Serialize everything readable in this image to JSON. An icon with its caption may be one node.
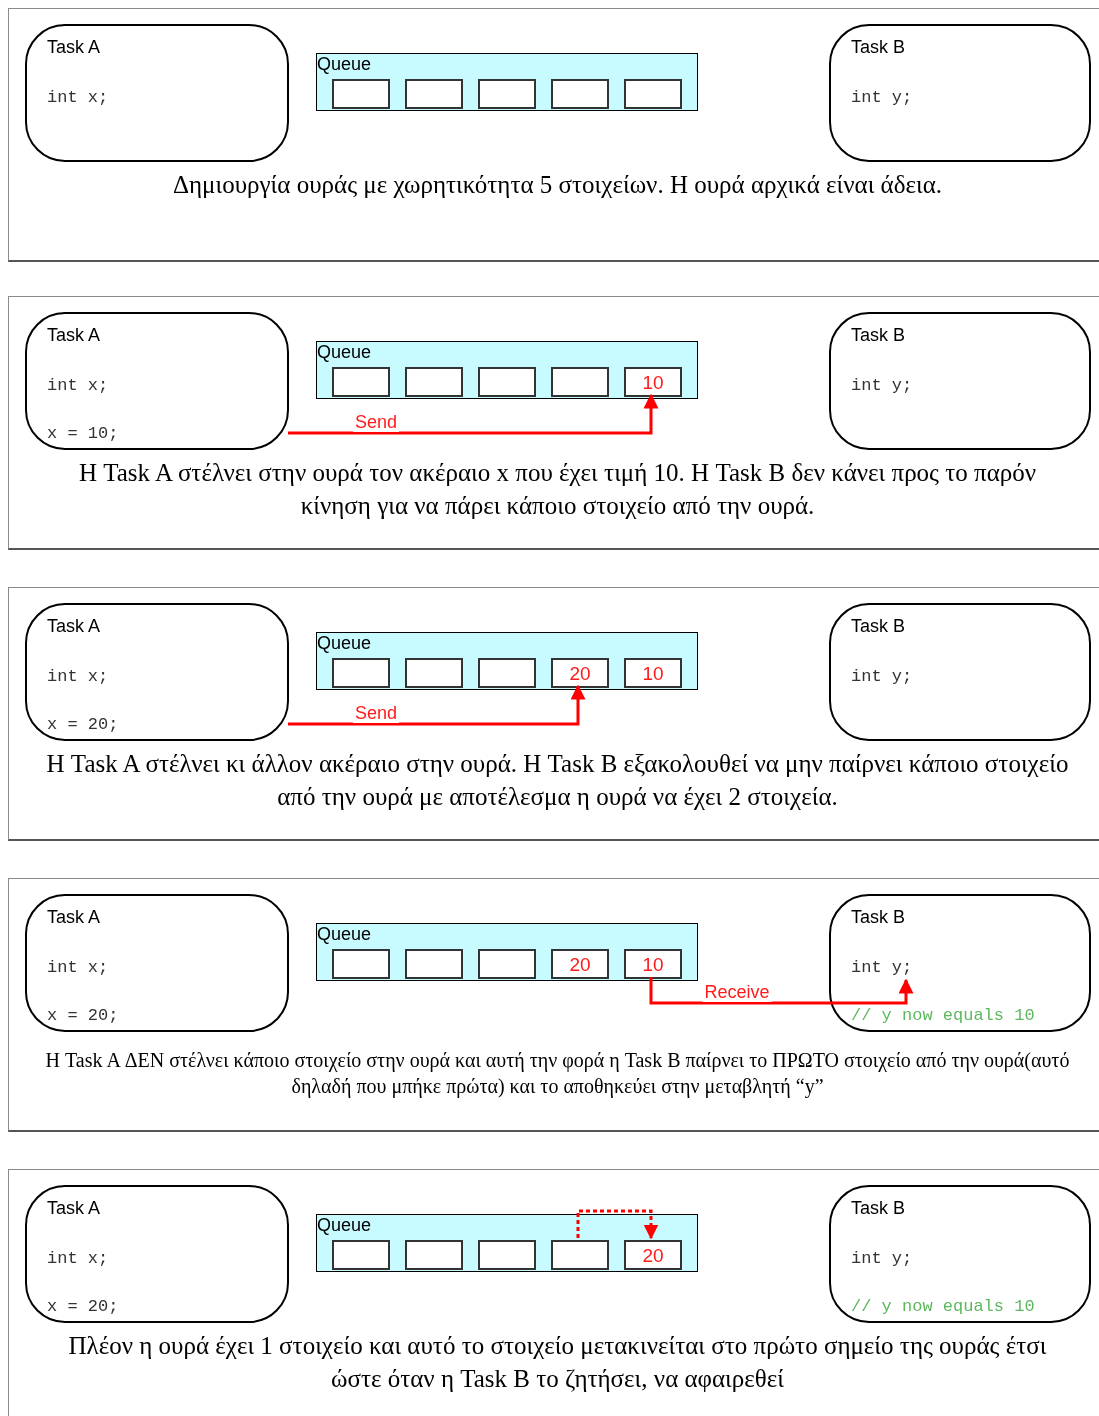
{
  "diagram": {
    "nodes": [
      {
        "text": [
          "Δημιουργία ουράς με χωρητικότητα 5 στοιχείων. Η ουρά αρχικά είναι άδεια."
        ]
      },
      {
        "text": [
          "Task A",
          "int x;"
        ],
        "in": 0
      },
      {
        "text": [
          "Queue"
        ],
        "in": 0
      },
      {
        "text": [],
        "shape": "box",
        "in": 2
      },
      {
        "text": [],
        "shape": "box",
        "in": 2
      },
      {
        "text": [],
        "shape": "box",
        "in": 2
      },
      {
        "text": [],
        "shape": "box",
        "in": 2
      },
      {
        "text": [],
        "shape": "box",
        "in": 2
      },
      {
        "text": [
          "Task B",
          "int y;"
        ],
        "in": 0
      },
      {
        "text": [
          "Η Task A στέλνει στην ουρά τον ακέραιο x που έχει τιμή 10. Η Task B δεν κάνει προς το παρόν κίνηση για να πάρει κάποιο στοιχείο από την ουρά."
        ]
      },
      {
        "text": [
          "Task A",
          "int x;",
          "x = 10;"
        ],
        "in": 9
      },
      {
        "text": [
          "Queue"
        ],
        "in": 9
      },
      {
        "text": [],
        "shape": "box",
        "in": 11
      },
      {
        "text": [],
        "shape": "box",
        "in": 11
      },
      {
        "text": [],
        "shape": "box",
        "in": 11
      },
      {
        "text": [],
        "shape": "box",
        "in": 11
      },
      {
        "text": [
          "10"
        ],
        "in": 11
      },
      {
        "text": [
          "Task B",
          "int y;"
        ],
        "in": 9
      },
      {
        "text": [
          "Η Task A στέλνει κι άλλον ακέραιο στην ουρά. Η Task B εξακολουθεί να μην παίρνει κάποιο στοιχείο από την ουρά με αποτέλεσμα η ουρά να έχει 2 στοιχεία."
        ]
      },
      {
        "text": [
          "Task A",
          "int x;",
          "x = 20;"
        ],
        "in": 18
      },
      {
        "text": [
          "Queue"
        ],
        "in": 18
      },
      {
        "text": [],
        "shape": "box",
        "in": 20
      },
      {
        "text": [],
        "shape": "box",
        "in": 20
      },
      {
        "text": [],
        "shape": "box",
        "in": 20
      },
      {
        "text": [
          "20"
        ],
        "in": 20
      },
      {
        "text": [
          "10"
        ],
        "in": 20
      },
      {
        "text": [
          "Task B",
          "int y;"
        ],
        "in": 18
      },
      {
        "text": [
          "Η Task A ΔΕΝ στέλνει κάποιο στοιχείο στην ουρά και αυτή την φορά η Task B παίρνει το ΠΡΩΤΟ στοιχείο από την ουρά(αυτό δηλαδή που μπήκε πρώτα) και το αποθηκεύει στην μεταβλητή “y”"
        ]
      },
      {
        "text": [
          "Task A",
          "int x;",
          "x = 20;"
        ],
        "in": 27
      },
      {
        "text": [
          "Queue"
        ],
        "in": 27
      },
      {
        "text": [],
        "shape": "box",
        "in": 29
      },
      {
        "text": [],
        "shape": "box",
        "in": 29
      },
      {
        "text": [],
        "shape": "box",
        "in": 29
      },
      {
        "text": [
          "20"
        ],
        "in": 29
      },
      {
        "text": [
          "10"
        ],
        "in": 29
      },
      {
        "text": [
          "Task B",
          "int y;",
          "// y now equals 10"
        ],
        "in": 27
      },
      {
        "text": [
          "Πλέον η ουρά έχει 1 στοιχείο και αυτό το στοιχείο μετακινείται στο πρώτο σημείο της ουράς έτσι ώστε όταν η Task B το ζητήσει, να αφαιρεθεί"
        ]
      },
      {
        "text": [
          "Task A",
          "int x;",
          "x = 20;"
        ],
        "in": 36
      },
      {
        "text": [
          "Queue"
        ],
        "in": 36
      },
      {
        "text": [],
        "shape": "box",
        "in": 38
      },
      {
        "text": [],
        "shape": "box",
        "in": 38
      },
      {
        "text": [],
        "shape": "box",
        "in": 38
      },
      {
        "text": [],
        "shape": "box",
        "in": 38
      },
      {
        "text": [
          "20"
        ],
        "in": 38
      },
      {
        "text": [
          "Task B",
          "int y;",
          "// y now equals 10"
        ],
        "in": 36
      }
    ],
    "edges": [
      {
        "from": 10,
        "to": 16,
        "arrow": "to",
        "label": "Send",
        "color": "#ff0000"
      },
      {
        "from": 19,
        "to": 24,
        "arrow": "to",
        "label": "Send",
        "color": "#ff0000"
      },
      {
        "from": 34,
        "to": 35,
        "arrow": "to",
        "label": "Receive",
        "color": "#ff0000"
      },
      {
        "from": 42,
        "to": 43,
        "arrow": "to",
        "style": "dashed",
        "color": "#ff0000"
      }
    ]
  }
}
